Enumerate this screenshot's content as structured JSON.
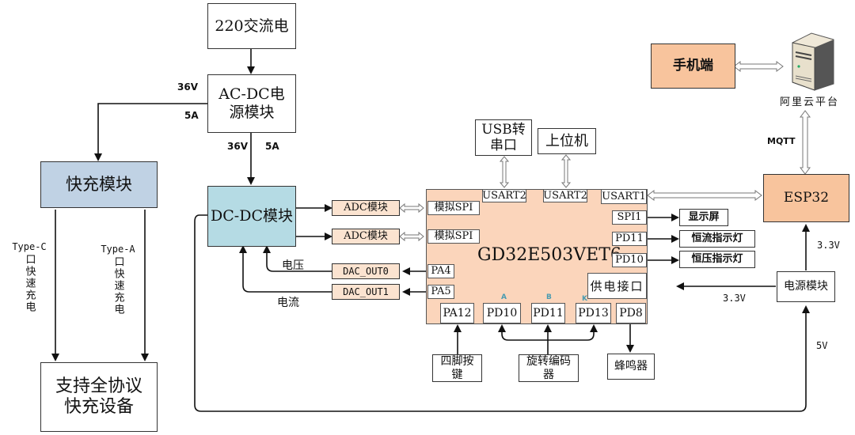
{
  "power": {
    "ac_source": "220交流电",
    "acdc_module": "AC-DC电源模块",
    "acdc_out_left_voltage": "36V",
    "acdc_out_left_current": "5A",
    "acdc_out_down_voltage": "36V",
    "acdc_out_down_current": "5A",
    "fast_charge_module": "快充模块",
    "dcdc_module": "DC-DC模块",
    "typec_label": "Type-C口快速充电",
    "typec_head": "Type-C",
    "typec_rest": "口快速充电",
    "typea_head": "Type-A",
    "typea_rest": "口快速充电",
    "device": "支持全协议快充设备"
  },
  "adc": [
    "ADC模块",
    "ADC模块"
  ],
  "dac": [
    "DAC_OUT0",
    "DAC_OUT1"
  ],
  "feedback_labels": {
    "voltage": "电压",
    "current": "电流"
  },
  "mcu": {
    "name": "GD32E503VET6",
    "left_pins": [
      "模拟SPI",
      "模拟SPI",
      "PA4",
      "PA5"
    ],
    "top_pins": [
      "USART2",
      "USART2",
      "USART1"
    ],
    "right_pins": [
      "SPI1",
      "PD11",
      "PD10"
    ],
    "power_port": "供电接口",
    "bottom_pins": [
      "PA12",
      "PD10",
      "PD11",
      "PD13",
      "PD8"
    ],
    "encoder_pin_tags": [
      "A",
      "B",
      "K"
    ]
  },
  "peripherals": {
    "usb_serial": "USB转串口",
    "host_pc": "上位机",
    "display": "显示屏",
    "cc_led": "恒流指示灯",
    "cv_led": "恒压指示灯",
    "key": "四脚按键",
    "encoder": "旋转编码器",
    "buzzer": "蜂鸣器"
  },
  "iot": {
    "phone": "手机端",
    "cloud": "阿里云平台",
    "protocol": "MQTT",
    "esp": "ESP32",
    "power_module": "电源模块",
    "esp_voltage": "3.3V",
    "mcu_voltage": "3.3V",
    "input_voltage": "5V"
  },
  "colors": {
    "mcu": "#fbd5bb",
    "esp": "#f8c49d",
    "fast_charge": "#c0d2e4",
    "dcdc": "#b5dbe4",
    "adc": "#fbe3d0",
    "pin_tag": "#4a9bb0"
  }
}
